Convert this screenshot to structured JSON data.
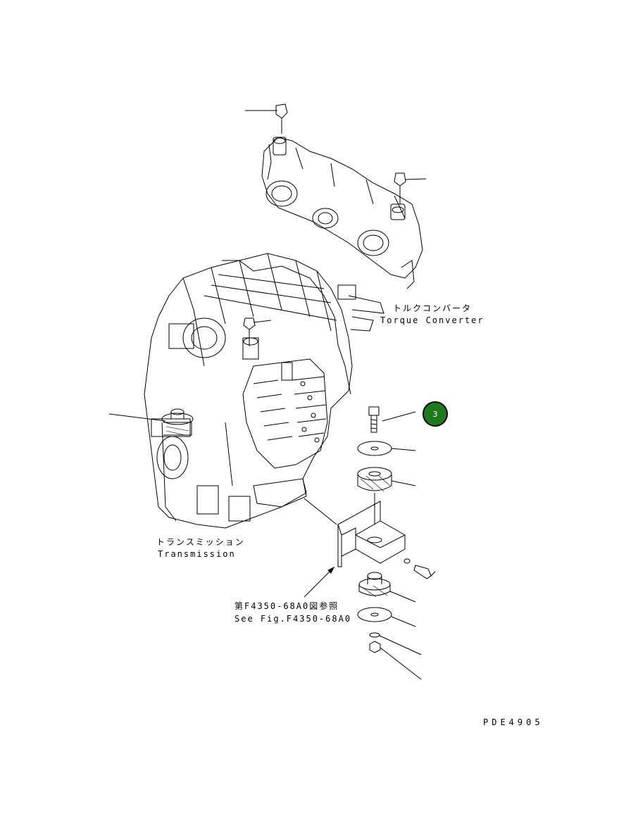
{
  "labels": {
    "torque_converter_jp": "トルクコンバータ",
    "torque_converter_en": "Torque Converter",
    "transmission_jp": "トランスミッション",
    "transmission_en": "Transmission",
    "see_fig_jp": "第F4350-68A0図参照",
    "see_fig_en": "See Fig.F4350-68A0",
    "drawing_code": "PDE4905"
  },
  "callout": {
    "number": "3",
    "color": "#1d7a1d"
  },
  "icons": [
    "callout-badge"
  ],
  "colors": {
    "line": "#000000",
    "background": "#ffffff"
  }
}
